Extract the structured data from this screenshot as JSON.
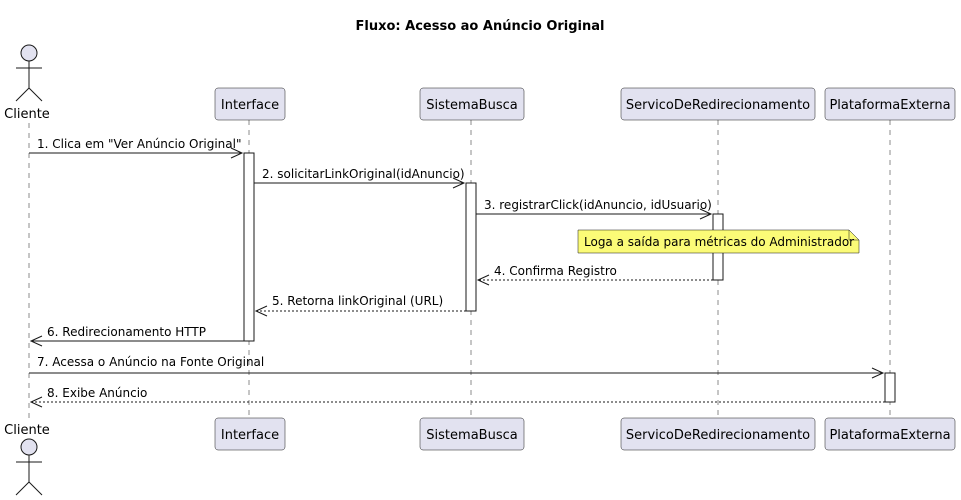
{
  "title": "Fluxo: Acesso ao Anúncio Original",
  "participants": {
    "cliente": "Cliente",
    "interface": "Interface",
    "sistema_busca": "SistemaBusca",
    "servico": "ServicoDeRedirecionamento",
    "plataforma": "PlataformaExterna"
  },
  "messages": {
    "m1": "1. Clica em \"Ver Anúncio Original\"",
    "m2": "2. solicitarLinkOriginal(idAnuncio)",
    "m3": "3. registrarClick(idAnuncio, idUsuario)",
    "m4": "4. Confirma Registro",
    "m5": "5. Retorna linkOriginal (URL)",
    "m6": "6. Redirecionamento HTTP",
    "m7": "7. Acessa o Anúncio na Fonte Original",
    "m8": "8. Exibe Anúncio"
  },
  "note": "Loga a saída para métricas do Administrador",
  "colors": {
    "participant_fill": "#e2e2f0",
    "participant_stroke": "#181818",
    "note_fill": "#fbfb77",
    "lifeline": "#181818"
  }
}
